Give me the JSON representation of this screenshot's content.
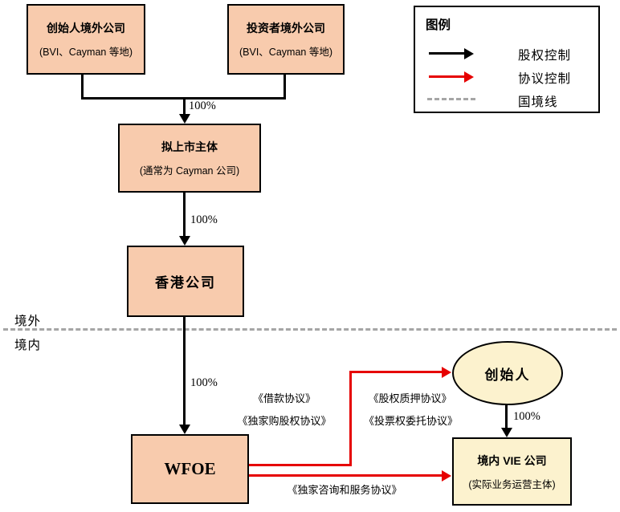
{
  "nodes": {
    "founder_offshore": {
      "title": "创始人境外公司",
      "subtitle": "(BVI、Cayman 等地)"
    },
    "investor_offshore": {
      "title": "投资者境外公司",
      "subtitle": "(BVI、Cayman 等地)"
    },
    "listco": {
      "title": "拟上市主体",
      "subtitle": "(通常为 Cayman 公司)"
    },
    "hk_company": {
      "title": "香港公司"
    },
    "wfoe": {
      "title": "WFOE"
    },
    "founder": {
      "title": "创始人"
    },
    "vie": {
      "title": "境内 VIE 公司",
      "subtitle": "(实际业务运营主体)"
    }
  },
  "edges": {
    "pct": "100%",
    "loan_agreement": "《借款协议》",
    "option_agreement": "《独家购股权协议》",
    "pledge_agreement": "《股权质押协议》",
    "proxy_agreement": "《投票权委托协议》",
    "service_agreement": "《独家咨询和服务协议》"
  },
  "regions": {
    "offshore": "境外",
    "onshore": "境内"
  },
  "legend": {
    "title": "图例",
    "items": [
      {
        "label": "股权控制",
        "type": "black-arrow"
      },
      {
        "label": "协议控制",
        "type": "red-arrow"
      },
      {
        "label": "国境线",
        "type": "gray-dash"
      }
    ]
  },
  "colors": {
    "node_peach": "#F8CBAD",
    "node_yellow": "#FCF2CE",
    "equity_control": "#000000",
    "agreement_control": "#E60000",
    "border_line": "#A6A6A6"
  }
}
